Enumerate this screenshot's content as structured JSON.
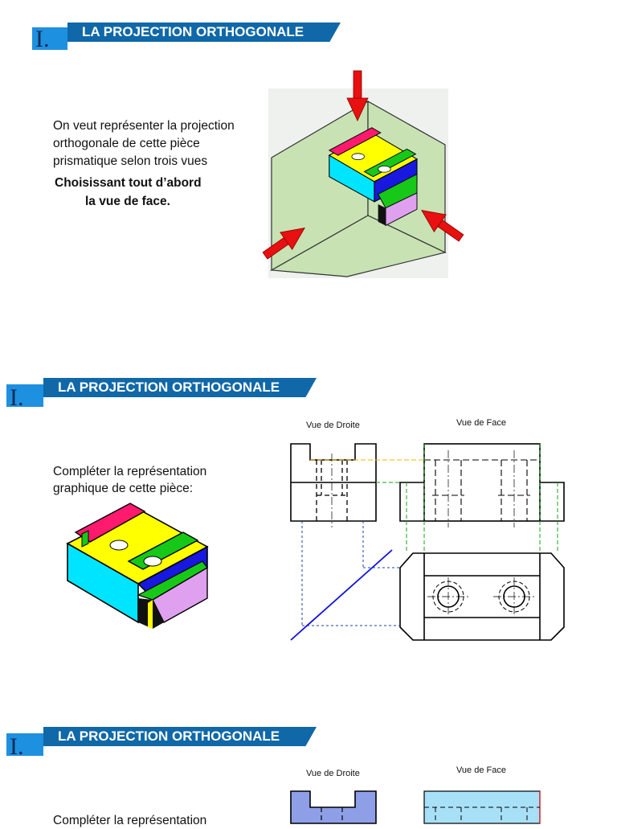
{
  "slides": [
    {
      "section_number": "I.",
      "title": "LA PROJECTION ORTHOGONALE",
      "text_lines": [
        "On veut représenter la projection",
        "orthogonale de cette pièce",
        "prismatique selon trois vues"
      ],
      "bold_lines": [
        "Choisissant tout d’abord",
        "la vue de face."
      ]
    },
    {
      "section_number": "I.",
      "title": "LA PROJECTION ORTHOGONALE",
      "text_lines": [
        "Compléter la représentation",
        "graphique de cette pièce:"
      ],
      "label_right_view": "Vue de Droite",
      "label_front_view": "Vue de Face"
    },
    {
      "section_number": "I.",
      "title": "LA PROJECTION ORTHOGONALE",
      "text_lines": [
        "Compléter la représentation"
      ],
      "label_right_view": "Vue de Droite",
      "label_front_view": "Vue de Face"
    }
  ],
  "colors": {
    "header_band": "#1068a8",
    "header_accent": "#1e90e0",
    "projection_plane": "#c8e2b4",
    "arrow": "#e81010",
    "piece_top": "#ffff00",
    "piece_front": "#00e5ff",
    "piece_rail": "#ff1a6e",
    "piece_green": "#18c818",
    "piece_blue": "#1818e0",
    "piece_violet": "#e0a0f0",
    "fill_view_right": "#8e9fe8",
    "fill_view_front": "#a8e0f8"
  }
}
